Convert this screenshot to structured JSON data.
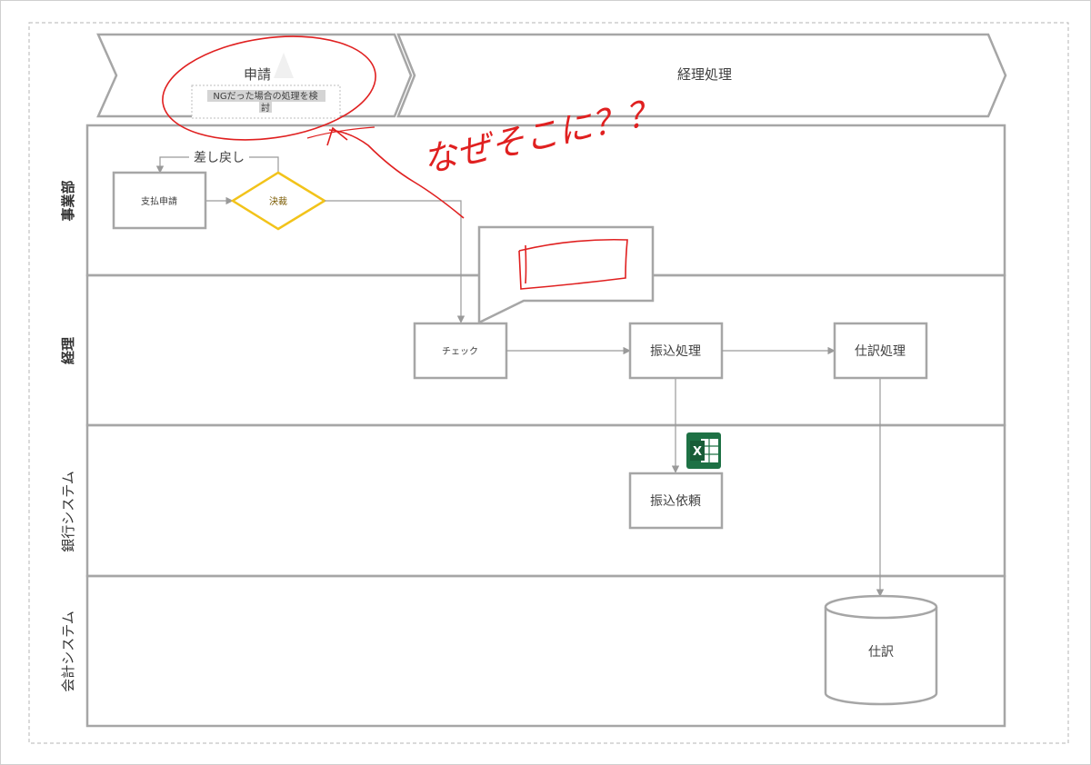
{
  "phases": [
    {
      "label": "申請"
    },
    {
      "label": "経理処理"
    }
  ],
  "comment_box": {
    "text_line1": "NGだった場合の処理を検",
    "text_line2": "討"
  },
  "lanes": [
    {
      "label": "事業部"
    },
    {
      "label": "経理"
    },
    {
      "label": "銀行システム"
    },
    {
      "label": "会計システム"
    }
  ],
  "nodes": {
    "shiharai_shinsei": "支払申請",
    "kessai": "決裁",
    "check": "チェック",
    "furikomi_shori": "振込処理",
    "shiwake_shori": "仕訳処理",
    "furikomi_irai": "振込依頼",
    "shiwake_db": "仕訳"
  },
  "edges": {
    "sashimodoshi": "差し戻し"
  },
  "annotation": {
    "handwritten": "なぜそこに？？"
  },
  "excel_icon": {
    "letter": "X"
  },
  "colors": {
    "outline": "#a6a6a6",
    "decision": "#f2c31a",
    "annotation": "#e02020",
    "excel": "#1e7145",
    "text": "#404040"
  }
}
